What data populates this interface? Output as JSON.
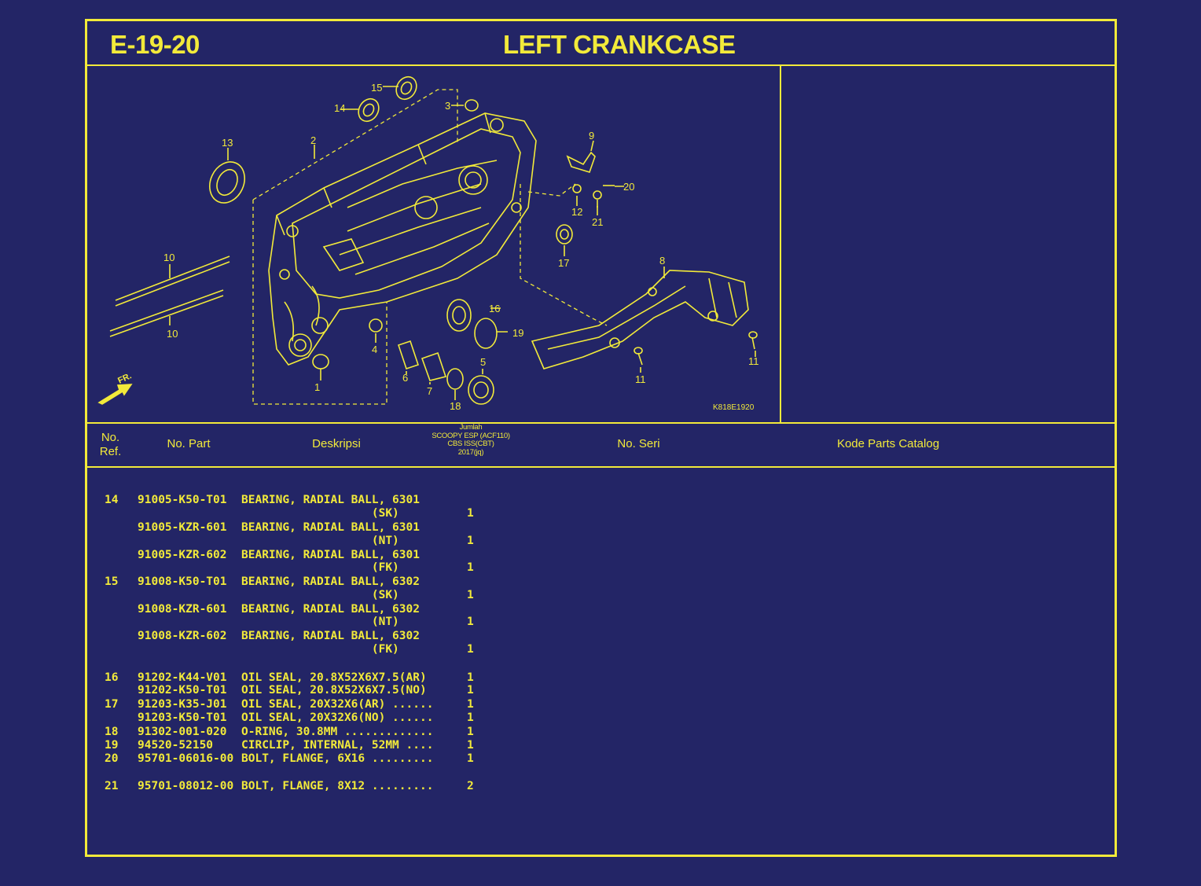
{
  "page": {
    "code": "E-19-20",
    "title": "LEFT CRANKCASE",
    "diagram_code": "K818E1920",
    "fr_label": "FR."
  },
  "diagram": {
    "callouts": [
      "15",
      "14",
      "3",
      "13",
      "2",
      "9",
      "20",
      "12",
      "21",
      "17",
      "10",
      "10",
      "8",
      "16",
      "19",
      "4",
      "6",
      "7",
      "5",
      "1",
      "18",
      "11",
      "11"
    ]
  },
  "table": {
    "headers": {
      "ref_line1": "No.",
      "ref_line2": "Ref.",
      "part": "No. Part",
      "desc": "Deskripsi",
      "qty_line1": "Jumlah",
      "qty_line2": "SCOOPY ESP (ACF110)",
      "qty_line3": "CBS ISS(CBT)",
      "qty_line4": "2017(jq)",
      "serial": "No. Seri",
      "catalog": "Kode Parts Catalog"
    },
    "rows": [
      {
        "ref": "14",
        "part": "91005-K50-T01",
        "desc": "BEARING, RADIAL BALL, 6301",
        "qty": ""
      },
      {
        "ref": "",
        "part": "",
        "desc": "                   (SK)",
        "qty": "1"
      },
      {
        "ref": "",
        "part": "91005-KZR-601",
        "desc": "BEARING, RADIAL BALL, 6301",
        "qty": ""
      },
      {
        "ref": "",
        "part": "",
        "desc": "                   (NT)",
        "qty": "1"
      },
      {
        "ref": "",
        "part": "91005-KZR-602",
        "desc": "BEARING, RADIAL BALL, 6301",
        "qty": ""
      },
      {
        "ref": "",
        "part": "",
        "desc": "                   (FK)",
        "qty": "1"
      },
      {
        "ref": "15",
        "part": "91008-K50-T01",
        "desc": "BEARING, RADIAL BALL, 6302",
        "qty": ""
      },
      {
        "ref": "",
        "part": "",
        "desc": "                   (SK)",
        "qty": "1"
      },
      {
        "ref": "",
        "part": "91008-KZR-601",
        "desc": "BEARING, RADIAL BALL, 6302",
        "qty": ""
      },
      {
        "ref": "",
        "part": "",
        "desc": "                   (NT)",
        "qty": "1"
      },
      {
        "ref": "",
        "part": "91008-KZR-602",
        "desc": "BEARING, RADIAL BALL, 6302",
        "qty": ""
      },
      {
        "ref": "",
        "part": "",
        "desc": "                   (FK)",
        "qty": "1"
      },
      {
        "ref": "16",
        "part": "91202-K44-V01",
        "desc": "OIL SEAL, 20.8X52X6X7.5(AR)",
        "qty": "1"
      },
      {
        "ref": "",
        "part": "91202-K50-T01",
        "desc": "OIL SEAL, 20.8X52X6X7.5(NO)",
        "qty": "1"
      },
      {
        "ref": "17",
        "part": "91203-K35-J01",
        "desc": "OIL SEAL, 20X32X6(AR) ......",
        "qty": "1"
      },
      {
        "ref": "",
        "part": "91203-K50-T01",
        "desc": "OIL SEAL, 20X32X6(NO) ......",
        "qty": "1"
      },
      {
        "ref": "18",
        "part": "91302-001-020",
        "desc": "O-RING, 30.8MM .............",
        "qty": "1"
      },
      {
        "ref": "19",
        "part": "94520-52150",
        "desc": "CIRCLIP, INTERNAL, 52MM ....",
        "qty": "1"
      },
      {
        "ref": "20",
        "part": "95701-06016-00",
        "desc": "BOLT, FLANGE, 6X16 .........",
        "qty": "1"
      },
      {
        "ref": "21",
        "part": "95701-08012-00",
        "desc": "BOLT, FLANGE, 8X12 .........",
        "qty": "2"
      }
    ]
  },
  "colors": {
    "background": "#232566",
    "ink": "#f2ea3a"
  }
}
